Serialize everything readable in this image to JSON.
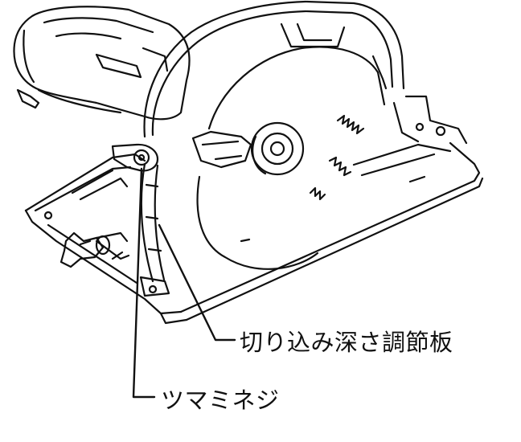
{
  "diagram": {
    "labels": {
      "depth_plate": "切り込み深さ調節板",
      "thumb_screw": "ツマミネジ"
    },
    "line_color": "#111111",
    "background": "#ffffff",
    "icons": [
      "circular-saw-illustration",
      "saw-blade-icon",
      "blade-guard-icon",
      "base-plate-icon",
      "thumb-screw-icon",
      "depth-adjust-plate-icon"
    ]
  }
}
